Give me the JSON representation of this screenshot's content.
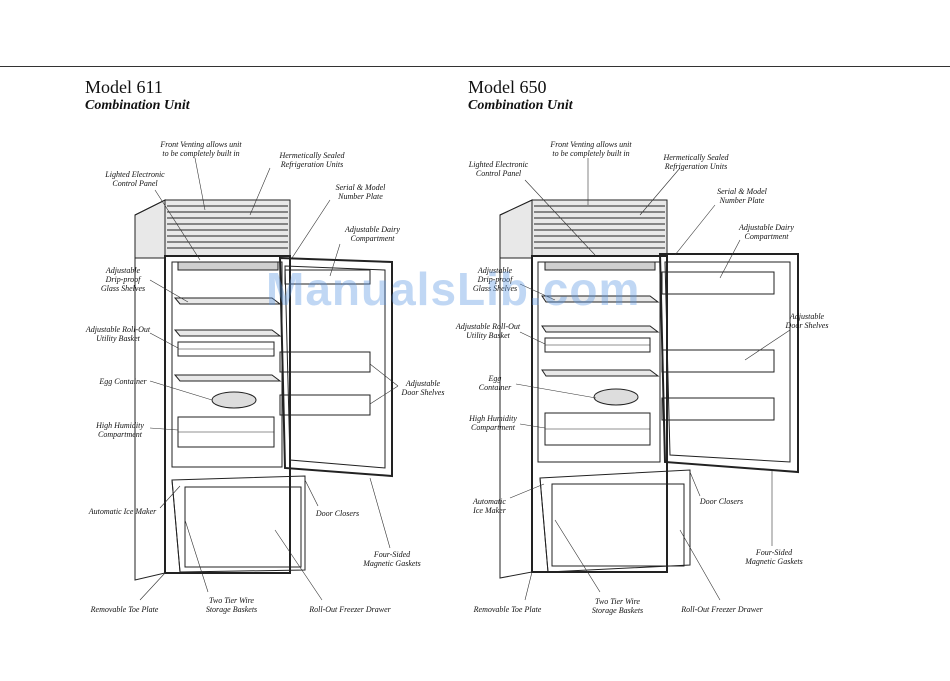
{
  "models": [
    {
      "title": "Model 611",
      "subtitle": "Combination Unit",
      "labels": {
        "front_venting": "Front Venting allows unit\nto be completely built in",
        "hermetic": "Hermetically Sealed\nRefrigeration Units",
        "lighted_panel": "Lighted Electronic\nControl Panel",
        "serial": "Serial & Model\nNumber Plate",
        "dairy": "Adjustable Dairy\nCompartment",
        "glass_shelves": "Adjustable\nDrip-proof\nGlass Shelves",
        "utility_basket": "Adjustable Roll-Out\nUtility Basket",
        "egg": "Egg Container",
        "door_shelves": "Adjustable\nDoor Shelves",
        "humidity": "High Humidity\nCompartment",
        "ice_maker": "Automatic Ice Maker",
        "door_closers": "Door Closers",
        "gaskets": "Four-Sided\nMagnetic Gaskets",
        "toe_plate": "Removable Toe Plate",
        "wire_baskets": "Two Tier Wire\nStorage Baskets",
        "freezer_drawer": "Roll-Out Freezer Drawer"
      }
    },
    {
      "title": "Model 650",
      "subtitle": "Combination Unit",
      "labels": {
        "front_venting": "Front Venting allows unit\nto be completely built in",
        "lighted_panel": "Lighted Electronic\nControl Panel",
        "hermetic": "Hermetically Sealed\nRefrigeration Units",
        "serial": "Serial & Model\nNumber Plate",
        "dairy": "Adjustable Dairy\nCompartment",
        "glass_shelves": "Adjustable\nDrip-proof\nGlass Shelves",
        "door_shelves": "Adjustable\nDoor Shelves",
        "utility_basket": "Adjustable Roll-Out\nUtility Basket",
        "egg": "Egg\nContainer",
        "humidity": "High Humidity\nCompartment",
        "ice_maker": "Automatic\nIce Maker",
        "door_closers": "Door Closers",
        "gaskets": "Four-Sided\nMagnetic Gaskets",
        "toe_plate": "Removable Toe Plate",
        "wire_baskets": "Two Tier Wire\nStorage Baskets",
        "freezer_drawer": "Roll-Out Freezer Drawer"
      }
    }
  ],
  "watermark": "ManualsLib.com"
}
